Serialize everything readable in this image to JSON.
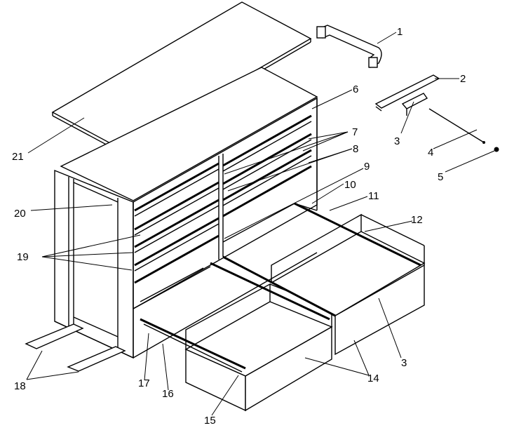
{
  "callouts": [
    "1",
    "2",
    "3",
    "4",
    "5",
    "6",
    "7",
    "8",
    "9",
    "10",
    "11",
    "12",
    "3",
    "14",
    "15",
    "16",
    "17",
    "18",
    "19",
    "20",
    "21"
  ]
}
